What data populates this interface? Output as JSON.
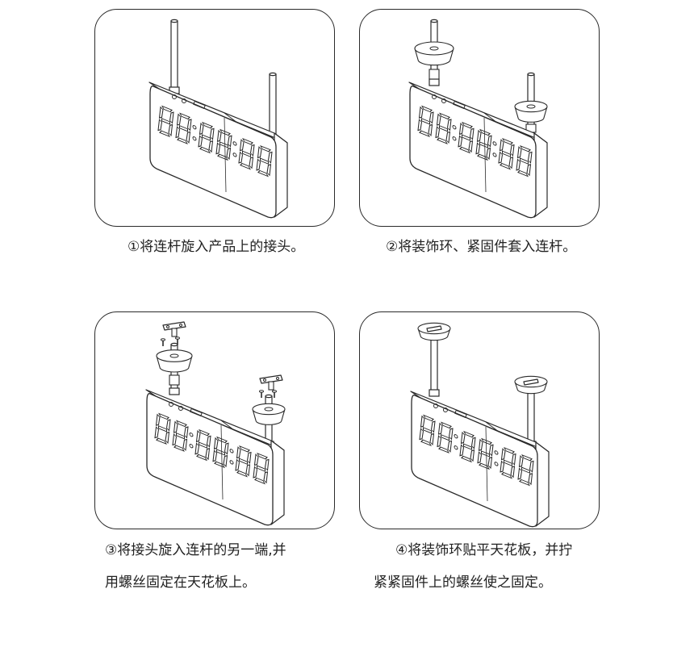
{
  "steps": [
    {
      "caption": "①将连杆旋入产品上的接头。"
    },
    {
      "caption": "②将装饰环、紧固件套入连杆。"
    },
    {
      "caption_line1": "③将接头旋入连杆的另一端,并",
      "caption_line2": "用螺丝固定在天花板上。"
    },
    {
      "caption_line1": "④将装饰环贴平天花板，并拧",
      "caption_line2": "紧紧固件上的螺丝使之固定。"
    }
  ],
  "colors": {
    "stroke": "#2a2a2a",
    "fill": "#ffffff"
  },
  "icons": [
    "digital-clock-icon",
    "rod-icon",
    "decorative-ring-icon",
    "ceiling-bracket-icon",
    "screw-icon"
  ]
}
